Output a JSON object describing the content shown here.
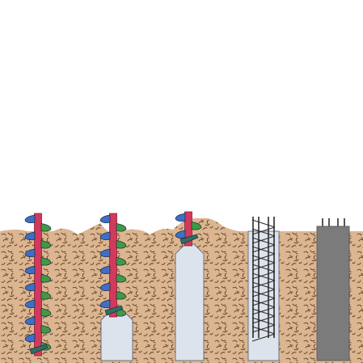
{
  "colors": {
    "background": "#ffffff",
    "soil": "#dcb691",
    "soil_speckle": "#5a3a24",
    "soil_mound": "#d7ad86",
    "auger_shaft": "#d23a5c",
    "flight_blue": "#3e6fc8",
    "flight_green": "#3f9a45",
    "flight_outline": "#1f2a3a",
    "concrete_fresh": "#dde3ec",
    "concrete_edge": "#6c7483",
    "rebar": "#2b2b2b",
    "pile_grey": "#7b7b7b"
  },
  "stages": [
    {
      "name": "drilling",
      "icon": "auger-icon"
    },
    {
      "name": "auger-withdrawal-start",
      "icon": "auger-icon"
    },
    {
      "name": "auger-withdrawal-end",
      "icon": "auger-icon"
    },
    {
      "name": "reinforcement-cage-inserted",
      "icon": "rebar-cage-icon"
    },
    {
      "name": "finished-pile",
      "icon": "pile-icon"
    }
  ]
}
